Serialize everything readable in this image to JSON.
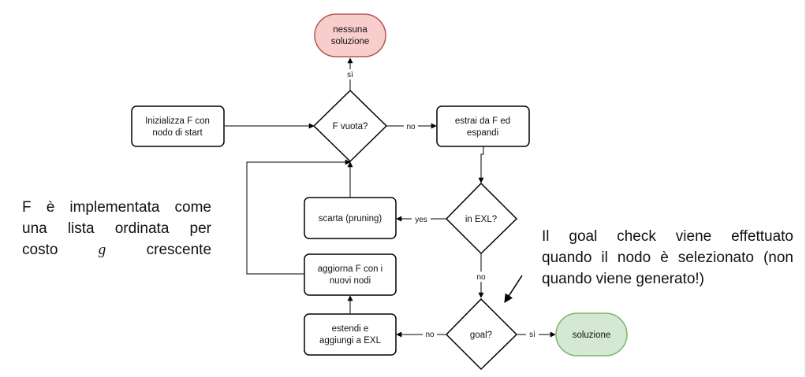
{
  "flowchart": {
    "nodes": {
      "no_solution": [
        "nessuna",
        "soluzione"
      ],
      "init": [
        "Inizializza F con",
        "nodo di start"
      ],
      "empty_check": [
        "F vuota?"
      ],
      "extract": [
        "estrai da F ed",
        "espandi"
      ],
      "in_exl_check": [
        "in EXL?"
      ],
      "discard": [
        "scarta (pruning)"
      ],
      "update": [
        "aggiorna F con i",
        "nuovi nodi"
      ],
      "extend": [
        "estendi e",
        "aggiungi a EXL"
      ],
      "goal_check": [
        "goal?"
      ],
      "solution": [
        "soluzione"
      ]
    },
    "edge_labels": {
      "empty_yes": "sì",
      "empty_no": "no",
      "exl_yes": "yes",
      "exl_no": "no",
      "goal_no": "no",
      "goal_yes": "sì"
    },
    "colors": {
      "no_solution_fill": "#f8cecc",
      "no_solution_stroke": "#b85450",
      "solution_fill": "#d5e8d4",
      "solution_stroke": "#82b366"
    }
  },
  "notes": {
    "left": {
      "line1": "F è implementata come",
      "line2": "una lista ordinata per",
      "line3_prefix": "costo",
      "line3_var": "g",
      "line3_suffix": "crescente"
    },
    "right": {
      "line1": "Il goal check viene effettuato",
      "line2": "quando il nodo è selezionato (non",
      "line3": "quando viene generato!)"
    }
  }
}
